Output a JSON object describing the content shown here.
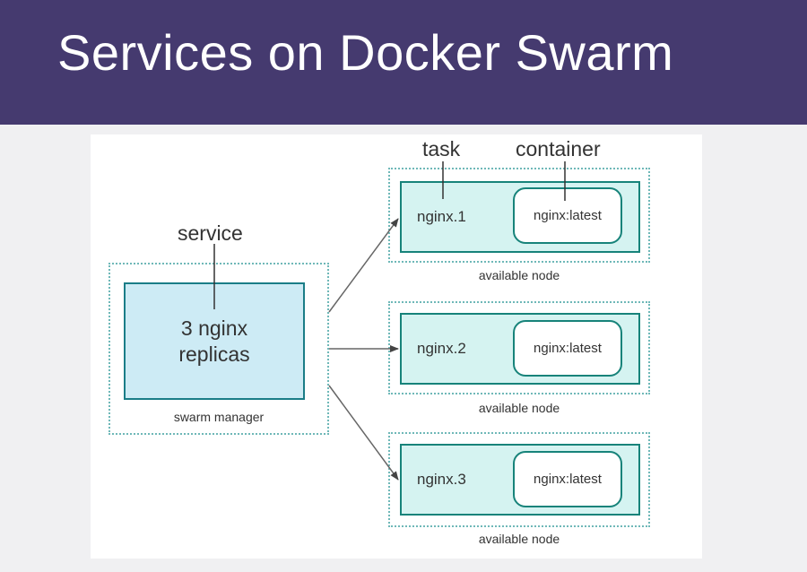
{
  "header": {
    "title": "Services on Docker Swarm"
  },
  "diagram": {
    "manager": {
      "callout": "service",
      "service_line1": "3 nginx",
      "service_line2": "replicas",
      "caption": "swarm manager"
    },
    "callouts": {
      "task": "task",
      "container": "container"
    },
    "nodes": [
      {
        "task": "nginx.1",
        "container": "nginx:latest",
        "caption": "available node"
      },
      {
        "task": "nginx.2",
        "container": "nginx:latest",
        "caption": "available node"
      },
      {
        "task": "nginx.3",
        "container": "nginx:latest",
        "caption": "available node"
      }
    ]
  },
  "colors": {
    "header_bg": "#453a6f",
    "service_fill": "#cdebf5",
    "task_fill": "#d5f3f1",
    "border_teal": "#17837a"
  }
}
